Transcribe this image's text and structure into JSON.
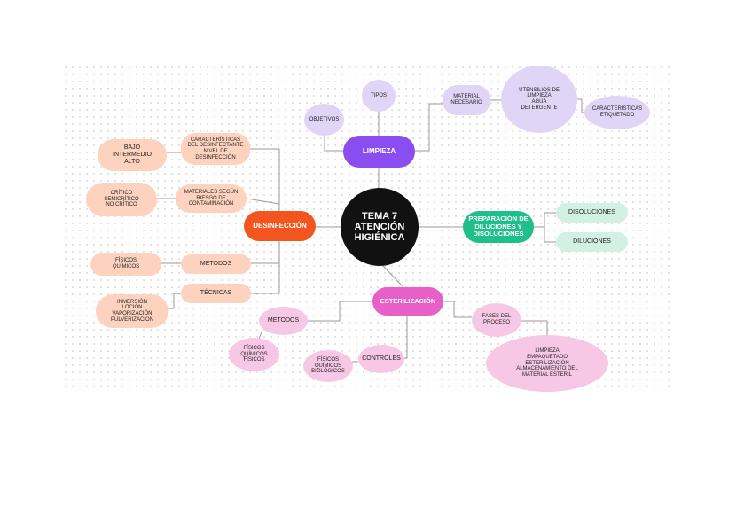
{
  "central": {
    "label": "TEMA 7\nATENCIÓN\nHIGIÉNICA",
    "color": "#111111"
  },
  "branches": {
    "limpieza": {
      "label": "LIMPIEZA",
      "color": "#8a4df0"
    },
    "desinfeccion": {
      "label": "DESINFECCIÓN",
      "color": "#f2561e"
    },
    "preparacion": {
      "label": "PREPARACIÓN DE\nDILUCIONES Y\nDISOLUCIONES",
      "color": "#1fbf8a"
    },
    "esterilizacion": {
      "label": "ESTERILIZACIÓN",
      "color": "#e85fc8"
    }
  },
  "limpieza": {
    "tipos": "TIPOS",
    "objetivos": "OBJETIVOS",
    "material": "MATERIAL\nNECESARIO",
    "utensilios": "UTENSILIOS DE\nLIMPIEZA\nAGUA\nDETERGENTE",
    "caracteristicas": "CARACTERÍSTICAS\nETIQUETADO"
  },
  "desinfeccion": {
    "caracteristicas": "CARACTERÍSTICAS\nDEL DESINFECTANTE\nNIVEL DE\nDESINFECCIÓN",
    "niveles": "BAJO\nINTERMEDIO\nALTO",
    "materiales": "MATERIALES SEGÚN\nRIESGO DE\nCONTAMINACIÓN",
    "riesgo": "CRÍTICO\nSEMICRÍTICO\nNO CRÍTICO",
    "metodos": "METODOS",
    "metodos_tipos": "FÍSICOS\nQUÍMICOS",
    "tecnicas": "TÉCNICAS",
    "tecnicas_tipos": "INMERSIÓN\nLOCIÓN\nVAPORIZACIÓN\nPULVERIZACIÓN"
  },
  "preparacion": {
    "disoluciones": "DISOLUCIONES",
    "diluciones": "DILUCIONES"
  },
  "esterilizacion": {
    "metodos": "METODOS",
    "metodos_tipos": "FÍSICOS\nQUÍMICOS\nFÍSICOS",
    "controles": "CONTROLES",
    "controles_tipos": "FÍSICOS\nQUÍMICOS\nBIOLÓGICOS",
    "fases": "FASES DEL\nPROCESO",
    "fases_tipos": "LIMPIEZA\nEMPAQUETADO\nESTERILIZACIÓN\nALMACENAMIENTO DEL\nMATERIAL ESTERIL"
  },
  "colors": {
    "peach": "#fdd3bf",
    "lavender": "#e1d5f7",
    "mint": "#d2f0e3",
    "pink": "#f7c8e6",
    "connector": "#9a9a9a"
  }
}
